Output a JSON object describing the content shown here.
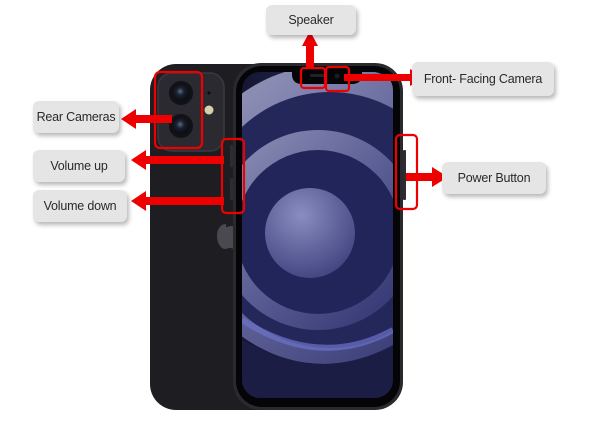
{
  "diagram": {
    "subject": "Smartphone (front and back view)",
    "labels": {
      "speaker": "Speaker",
      "front_camera": "Front- Facing Camera",
      "rear_cameras": "Rear Cameras",
      "volume_up": "Volume up",
      "volume_down": "Volume down",
      "power_button": "Power Button"
    },
    "colors": {
      "annotation_red": "#ee0000",
      "label_bg": "#e6e5e6",
      "phone_body": "#1c1b20",
      "screen_bg": "#1a1c3c",
      "screen_accent": "#7a7fc0"
    }
  }
}
